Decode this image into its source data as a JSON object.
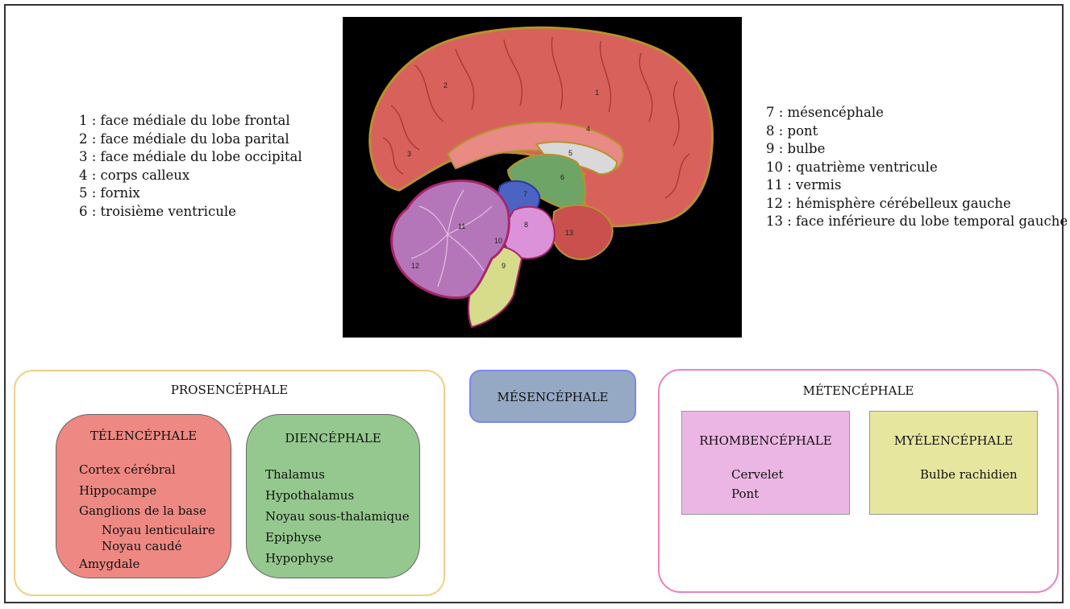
{
  "legend_left": [
    "1 : face médiale du lobe frontal",
    "2 : face médiale du loba parital",
    "3 : face médiale du lobe occipital",
    "4 : corps calleux",
    "5 : fornix",
    "6 : troisième ventricule"
  ],
  "legend_right": [
    "7 : mésencéphale",
    "8 : pont",
    "9 : bulbe",
    "10 : quatrième ventricule",
    "11 : vermis",
    "12 : hémisphère cérébelleux gauche",
    "13 : face inférieure du lobe temporal gauche"
  ],
  "figure": {
    "region_numbers": [
      "1",
      "2",
      "3",
      "4",
      "5",
      "6",
      "7",
      "8",
      "9",
      "10",
      "11",
      "12",
      "13"
    ],
    "colors": {
      "background": "#000000",
      "cortex": "#d8615c",
      "cortex_outline": "#b8912f",
      "callosum": "#e98a84",
      "fornix_white": "#d9d9d9",
      "third_ventricle": "#6fa467",
      "mesencephalon": "#4b64c4",
      "pons": "#dc92d8",
      "bulb": "#d7dc8a",
      "cerebellum": "#b576b9",
      "cerebellum_outline": "#a8256a"
    }
  },
  "prosencephale": {
    "title": "PROSENCÉPHALE",
    "telencephale": {
      "title": "TÉLENCÉPHALE",
      "items": [
        "Cortex cérébral",
        "Hippocampe",
        "Ganglions de la base"
      ],
      "sub_items": [
        "Noyau lenticulaire",
        "Noyau caudé"
      ],
      "last_item": "Amygdale"
    },
    "diencephale": {
      "title": "DIENCÉPHALE",
      "items": [
        "Thalamus",
        "Hypothalamus",
        "Noyau sous-thalamique",
        "Epiphyse",
        "Hypophyse"
      ]
    }
  },
  "mesencephale": {
    "title": "MÉSENCÉPHALE"
  },
  "metencephale": {
    "title": "MÉTENCÉPHALE",
    "rhombencephale": {
      "title": "RHOMBENCÉPHALE",
      "items": [
        "Cervelet",
        "Pont"
      ]
    },
    "myelencephale": {
      "title": "MYÉLENCÉPHALE",
      "items": [
        "Bulbe rachidien"
      ]
    }
  },
  "colors": {
    "prosencephale_border": "#f1d089",
    "mesencephale_fill": "#95a9c5",
    "mesencephale_border": "#7d86ee",
    "metencephale_border": "#e982c2",
    "telencephale_fill": "#ee8883",
    "diencephale_fill": "#95c88e",
    "rhombencephale_fill": "#ecb6e4",
    "myelencephale_fill": "#e7e69f"
  }
}
